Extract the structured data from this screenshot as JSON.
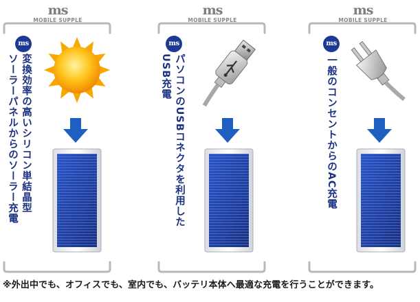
{
  "brand": {
    "mark": "ms",
    "name": "MOBILE SUPPLE"
  },
  "panels": [
    {
      "badge": "ms",
      "caption": [
        "変換効率の高いシリコン単結晶型",
        "ソーラーパネルからのソーラー充電"
      ],
      "icon": "sun-icon"
    },
    {
      "badge": "ms",
      "caption": [
        "パソコンのUSBコネクタを利用した",
        "USB充電"
      ],
      "icon": "usb-plug-icon"
    },
    {
      "badge": "ms",
      "caption": [
        "一般のコンセントからのAC充電"
      ],
      "icon": "ac-plug-icon"
    }
  ],
  "footnote": "※外出中でも、オフィスでも、室内でも、バッテリ本体へ最適な充電を行うことができます。",
  "colors": {
    "accent": "#1b3182",
    "arrow": "#1f5fbf",
    "bracket": "#b8b8b8"
  }
}
